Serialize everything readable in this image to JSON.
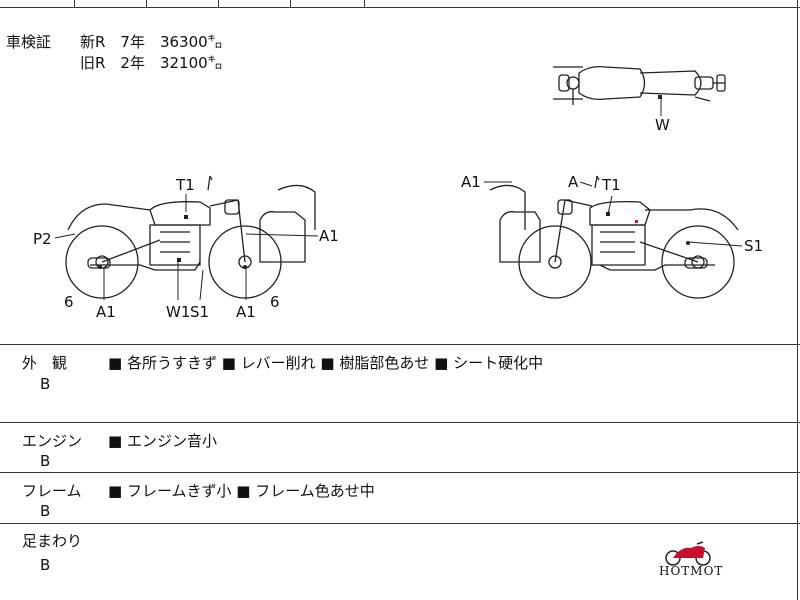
{
  "inspection": {
    "label": "車検証",
    "new_line": "新R　7年　36300㌔",
    "old_line": "旧R　2年　32100㌔"
  },
  "diagram_labels": {
    "w_top": "W",
    "left_t1": "T1",
    "left_p2": "P2",
    "left_a1_right": "A1",
    "left_6_rear": "6",
    "left_a1_rear": "A1",
    "left_w1": "W1",
    "left_s1": "S1",
    "left_a1_front": "A1",
    "left_6_front": "6",
    "right_a1_case": "A1",
    "right_a_tank": "A",
    "right_t1": "T1",
    "right_s1": "S1"
  },
  "rows": [
    {
      "title": "外　観",
      "grade": "B",
      "notes": "■ 各所うすきず ■ レバー削れ ■ 樹脂部色あせ ■ シート硬化中"
    },
    {
      "title": "エンジン",
      "grade": "B",
      "notes": "■ エンジン音小"
    },
    {
      "title": "フレーム",
      "grade": "B",
      "notes": "■ フレームきず小 ■ フレーム色あせ中"
    },
    {
      "title": "足まわり",
      "grade": "B",
      "notes": ""
    }
  ],
  "logo": {
    "text": "HOTMOT",
    "accent_color": "#c8102e"
  },
  "colors": {
    "line": "#333333",
    "mark": "#c8102e"
  }
}
